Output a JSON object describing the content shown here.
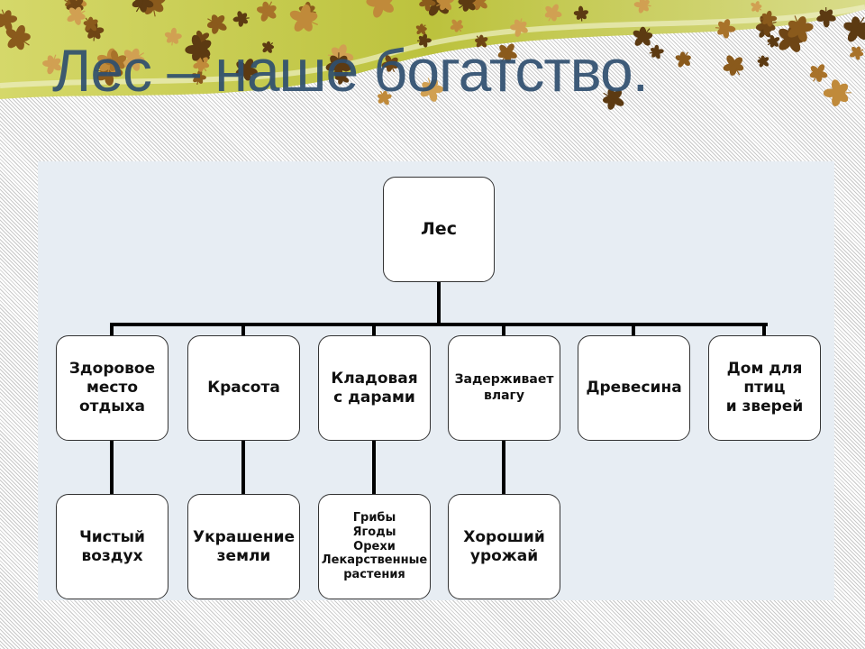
{
  "slide": {
    "title": "Лес – наше богатство."
  },
  "diagram": {
    "root": "Лес",
    "level1": [
      "Здоровое\nместо\nотдыха",
      "Красота",
      "Кладовая\nс дарами",
      "Задерживает\nвлагу",
      "Древесина",
      "Дом для\nптиц\nи зверей"
    ],
    "level2": [
      "Чистый\nвоздух",
      "Украшение\nземли",
      "Грибы\nЯгоды\nОрехи\nЛекарственные\nрастения",
      "Хороший\nурожай"
    ]
  },
  "colors": {
    "banner_green": "#c3c84a",
    "leaf_brown": "#8a5a1c",
    "title_color": "#2f4f6f",
    "panel_bg": "#e7edf3"
  }
}
